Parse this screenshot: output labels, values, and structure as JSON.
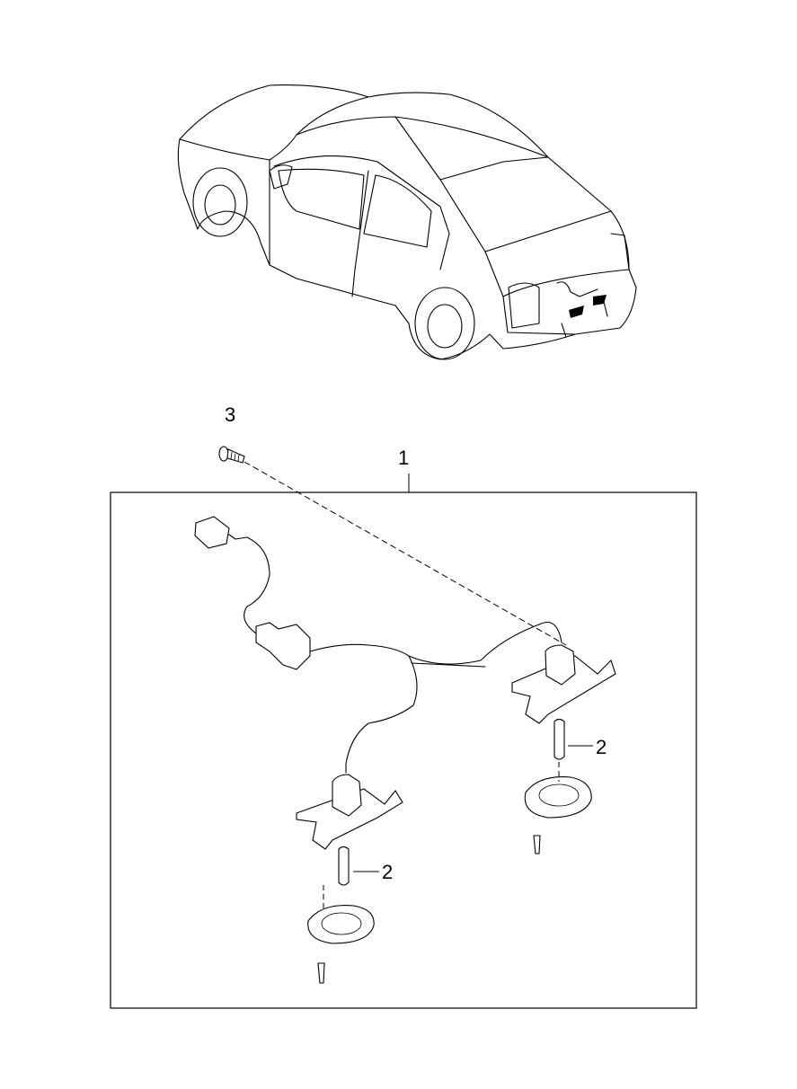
{
  "diagram": {
    "callouts": {
      "assembly": "1",
      "bulb_right": "2",
      "bulb_left": "2",
      "screw_top": "3"
    },
    "colors": {
      "line": "#000000",
      "background": "#ffffff"
    }
  }
}
